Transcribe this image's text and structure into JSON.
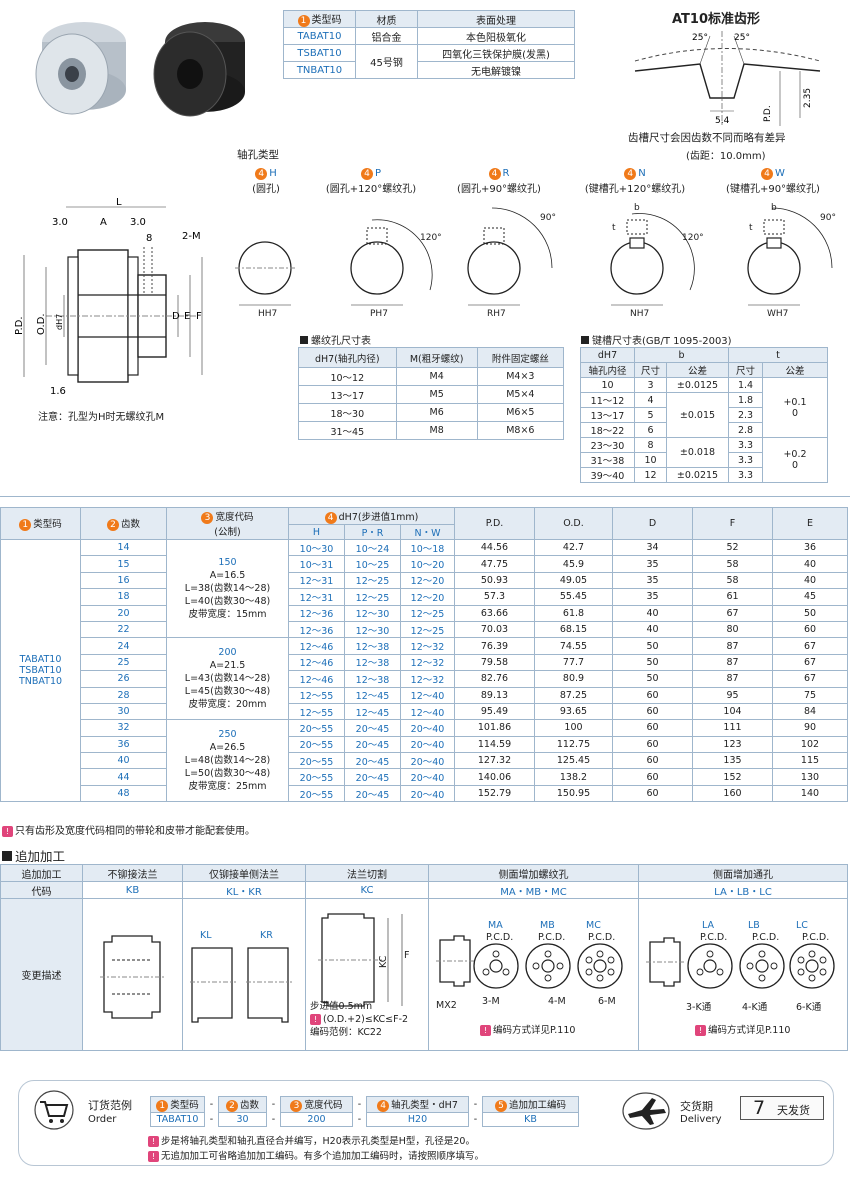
{
  "material_table": {
    "headers": [
      "类型码",
      "材质",
      "表面处理"
    ],
    "rows": [
      {
        "code": "TABAT10",
        "material": "铝合金",
        "surface": "本色阳极氧化"
      },
      {
        "code": "TSBAT10",
        "material": "45号钢",
        "surface": "四氧化三铁保护膜(发黑)"
      },
      {
        "code": "TNBAT10",
        "material": "",
        "surface": "无电解镀镍"
      }
    ]
  },
  "tooth_profile": {
    "title": "AT10标准齿形",
    "angle1": "25°",
    "angle2": "25°",
    "dim_54": "5.4",
    "dim_pd": "P.D.",
    "dim_235": "2.35",
    "note1": "齿槽尺寸会因齿数不同而略有差异",
    "note2": "(齿距：10.0mm)"
  },
  "pulley_drawing": {
    "dim_L": "L",
    "dim_30a": "3.0",
    "dim_A": "A",
    "dim_30b": "3.0",
    "dim_8": "8",
    "dim_2M": "2-M",
    "dim_PD": "P.D.",
    "dim_OD": "O.D.",
    "dim_dH7": "dH7",
    "dim_D": "D",
    "dim_E": "E",
    "dim_F": "F",
    "dim_16": "1.6",
    "note": "注意：孔型为H时无螺纹孔M"
  },
  "shaft_types": {
    "title": "轴孔类型",
    "items": [
      {
        "code": "H",
        "desc": "(圆孔)",
        "label": "HH7"
      },
      {
        "code": "P",
        "desc": "(圆孔+120°螺纹孔)",
        "label": "PH7",
        "angle": "120°"
      },
      {
        "code": "R",
        "desc": "(圆孔+90°螺纹孔)",
        "label": "RH7",
        "angle": "90°"
      },
      {
        "code": "N",
        "desc": "(键槽孔+120°螺纹孔)",
        "label": "NH7",
        "angle": "120°",
        "b": "b",
        "t": "t"
      },
      {
        "code": "W",
        "desc": "(键槽孔+90°螺纹孔)",
        "label": "WH7",
        "angle": "90°",
        "b": "b",
        "t": "t"
      }
    ]
  },
  "screw_table": {
    "title": "螺纹孔尺寸表",
    "headers": [
      "dH7(轴孔内径)",
      "M(粗牙螺纹)",
      "附件固定螺丝"
    ],
    "rows": [
      [
        "10～12",
        "M4",
        "M4×3"
      ],
      [
        "13～17",
        "M5",
        "M5×4"
      ],
      [
        "18～30",
        "M6",
        "M6×5"
      ],
      [
        "31～45",
        "M8",
        "M8×6"
      ]
    ]
  },
  "key_table": {
    "title": "键槽尺寸表(GB/T 1095-2003)",
    "h_d": "dH7",
    "h_b": "b",
    "h_t": "t",
    "h_bore": "轴孔内径",
    "h_size": "尺寸",
    "h_tol": "公差",
    "h_size2": "尺寸",
    "h_tol2": "公差",
    "rows": [
      {
        "d": "10",
        "b": "3",
        "btol": "±0.0125",
        "t": "1.4"
      },
      {
        "d": "11～12",
        "b": "4",
        "btol": "",
        "t": "1.8"
      },
      {
        "d": "13～17",
        "b": "5",
        "btol": "±0.015",
        "t": "2.3"
      },
      {
        "d": "18～22",
        "b": "6",
        "btol": "",
        "t": "2.8"
      },
      {
        "d": "23～30",
        "b": "8",
        "btol": "",
        "t": "3.3"
      },
      {
        "d": "31～38",
        "b": "10",
        "btol": "±0.018",
        "t": "3.3"
      },
      {
        "d": "39～40",
        "b": "12",
        "btol": "±0.0215",
        "t": "3.3"
      }
    ],
    "ttol1": "+0.1\n0",
    "ttol2": "+0.2\n0"
  },
  "main_table": {
    "headers": {
      "type": "类型码",
      "teeth": "齿数",
      "width": "宽度代码",
      "width_sub": "(公制)",
      "bore": "dH7(步进值1mm)",
      "h": "H",
      "pr": "P・R",
      "nw": "N・W",
      "pd": "P.D.",
      "od": "O.D.",
      "d": "D",
      "f": "F",
      "e": "E"
    },
    "type_codes": [
      "TABAT10",
      "TSBAT10",
      "TNBAT10"
    ],
    "width_groups": [
      {
        "code": "150",
        "lines": [
          "A=16.5",
          "L=38(齿数14～28)",
          "L=40(齿数30～48)",
          "皮带宽度：15mm"
        ]
      },
      {
        "code": "200",
        "lines": [
          "A=21.5",
          "L=43(齿数14～28)",
          "L=45(齿数30～48)",
          "皮带宽度：20mm"
        ]
      },
      {
        "code": "250",
        "lines": [
          "A=26.5",
          "L=48(齿数14～28)",
          "L=50(齿数30～48)",
          "皮带宽度：25mm"
        ]
      }
    ],
    "rows": [
      [
        "14",
        "10～30",
        "10～24",
        "10～18",
        "44.56",
        "42.7",
        "34",
        "52",
        "36"
      ],
      [
        "15",
        "10～31",
        "10～25",
        "10～20",
        "47.75",
        "45.9",
        "35",
        "58",
        "40"
      ],
      [
        "16",
        "12～31",
        "12～25",
        "12～20",
        "50.93",
        "49.05",
        "35",
        "58",
        "40"
      ],
      [
        "18",
        "12～31",
        "12～25",
        "12～20",
        "57.3",
        "55.45",
        "35",
        "61",
        "45"
      ],
      [
        "20",
        "12～36",
        "12～30",
        "12～25",
        "63.66",
        "61.8",
        "40",
        "67",
        "50"
      ],
      [
        "22",
        "12～36",
        "12～30",
        "12～25",
        "70.03",
        "68.15",
        "40",
        "80",
        "60"
      ],
      [
        "24",
        "12～46",
        "12～38",
        "12～32",
        "76.39",
        "74.55",
        "50",
        "87",
        "67"
      ],
      [
        "25",
        "12～46",
        "12～38",
        "12～32",
        "79.58",
        "77.7",
        "50",
        "87",
        "67"
      ],
      [
        "26",
        "12～46",
        "12～38",
        "12～32",
        "82.76",
        "80.9",
        "50",
        "87",
        "67"
      ],
      [
        "28",
        "12～55",
        "12～45",
        "12～40",
        "89.13",
        "87.25",
        "60",
        "95",
        "75"
      ],
      [
        "30",
        "12～55",
        "12～45",
        "12～40",
        "95.49",
        "93.65",
        "60",
        "104",
        "84"
      ],
      [
        "32",
        "20～55",
        "20～45",
        "20～40",
        "101.86",
        "100",
        "60",
        "111",
        "90"
      ],
      [
        "36",
        "20～55",
        "20～45",
        "20～40",
        "114.59",
        "112.75",
        "60",
        "123",
        "102"
      ],
      [
        "40",
        "20～55",
        "20～45",
        "20～40",
        "127.32",
        "125.45",
        "60",
        "135",
        "115"
      ],
      [
        "44",
        "20～55",
        "20～45",
        "20～40",
        "140.06",
        "138.2",
        "60",
        "152",
        "130"
      ],
      [
        "48",
        "20～55",
        "20～45",
        "20～40",
        "152.79",
        "150.95",
        "60",
        "160",
        "140"
      ]
    ],
    "note": "只有齿形及宽度代码相同的带轮和皮带才能配套使用。"
  },
  "extra": {
    "title": "追加加工",
    "headers": [
      "追加加工",
      "不铆接法兰",
      "仅铆接单侧法兰",
      "法兰切割",
      "侧面增加螺纹孔",
      "侧面增加通孔"
    ],
    "code_label": "代码",
    "codes": [
      "KB",
      "KL・KR",
      "KC",
      "MA・MB・MC",
      "LA・LB・LC"
    ],
    "desc_label": "变更描述",
    "kl": "KL",
    "kr": "KR",
    "kc_lbl": "KC",
    "kc_f": "F",
    "kc_note1": "步进值0.5mm",
    "kc_note2": "(O.D.+2)≤KC≤F-2",
    "kc_note3": "编码范例：KC22",
    "ma": "MA",
    "mb": "MB",
    "mc": "MC",
    "pcd": "P.C.D.",
    "mx2": "MX2",
    "m3": "3-M",
    "m4": "4-M",
    "m6": "6-M",
    "la": "LA",
    "lb": "LB",
    "lc": "LC",
    "k3": "3-K通",
    "k4": "4-K通",
    "k6": "6-K通",
    "ref": "编码方式详见P.110"
  },
  "order": {
    "label1": "订货范例",
    "label2": "Order",
    "headers": [
      "类型码",
      "齿数",
      "宽度代码",
      "轴孔类型・dH7",
      "追加加工编码"
    ],
    "values": [
      "TABAT10",
      "30",
      "200",
      "H20",
      "KB"
    ],
    "dash": "-",
    "note1": "步是将轴孔类型和轴孔直径合并编写，H20表示孔类型是H型，孔径是20。",
    "note2": "无追加加工可省略追加加工编码。有多个追加加工编码时，请按照顺序填写。",
    "delivery1": "交货期",
    "delivery2": "Delivery",
    "days": "7",
    "days_unit": "天发货"
  }
}
